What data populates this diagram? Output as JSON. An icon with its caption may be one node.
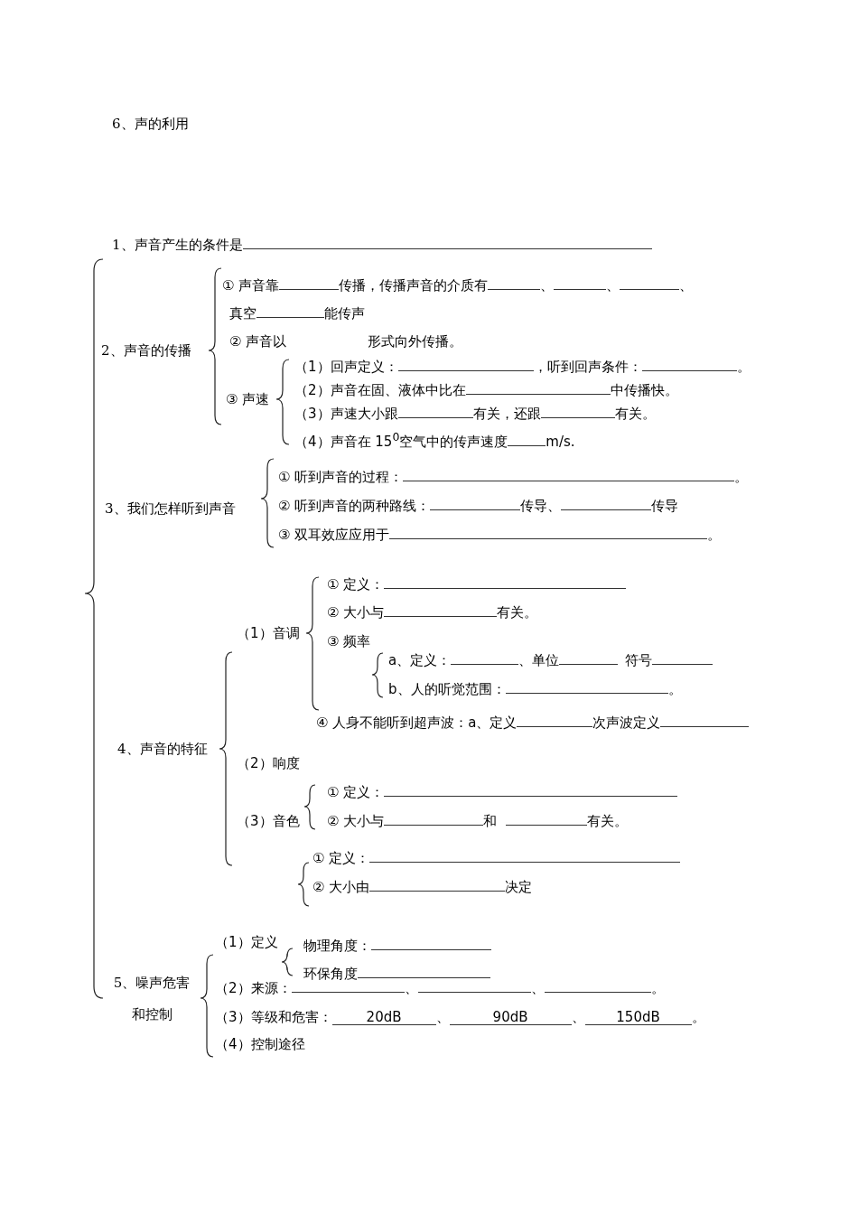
{
  "diagram": {
    "labels": [
      "6、声的利用",
      "1、声音产生的条件是",
      "2、声音的传播",
      "① 声音靠",
      "传播，传播声音的介质有",
      "、",
      "、",
      "、",
      "真空",
      "能传声",
      "② 声音以",
      "形式向外传播。",
      "③ 声速",
      "（1）回声定义：",
      "，听到回声条件：",
      "。",
      "（2）声音在固、液体中比在",
      "中传播快。",
      "（3）声速大小跟",
      "有关，还跟",
      "有关。",
      "（4）声音在 15$^{0}$空气中的传声速度",
      "m/s.",
      "3、我们怎样听到声音",
      "① 听到声音的过程：",
      "。",
      "② 听到声音的两种路线：",
      "传导、",
      "传导",
      "③ 双耳效应应用于",
      "。",
      "4、声音的特征",
      "（1）音调",
      "① 定义：",
      "② 大小与",
      "有关。",
      "③ 频率",
      "a、定义：",
      "、单位",
      "符号",
      "b、人的听觉范围：",
      "。",
      "④ 人身不能听到超声波：a、定义",
      "次声波定义",
      "（2）响度",
      "（3）音色",
      "① 定义：",
      "② 大小与",
      "和",
      "有关。",
      "① 定义：",
      "② 大小由",
      "决定",
      "5、噪声危害和控制",
      "（1）定义",
      "物理角度：",
      "环保角度",
      "（2）来源：",
      "、",
      "、",
      "。",
      "（3）等级和危害：",
      "20dB",
      "、",
      "90dB",
      "、",
      "150dB",
      "。",
      "（4）控制途径"
    ]
  }
}
